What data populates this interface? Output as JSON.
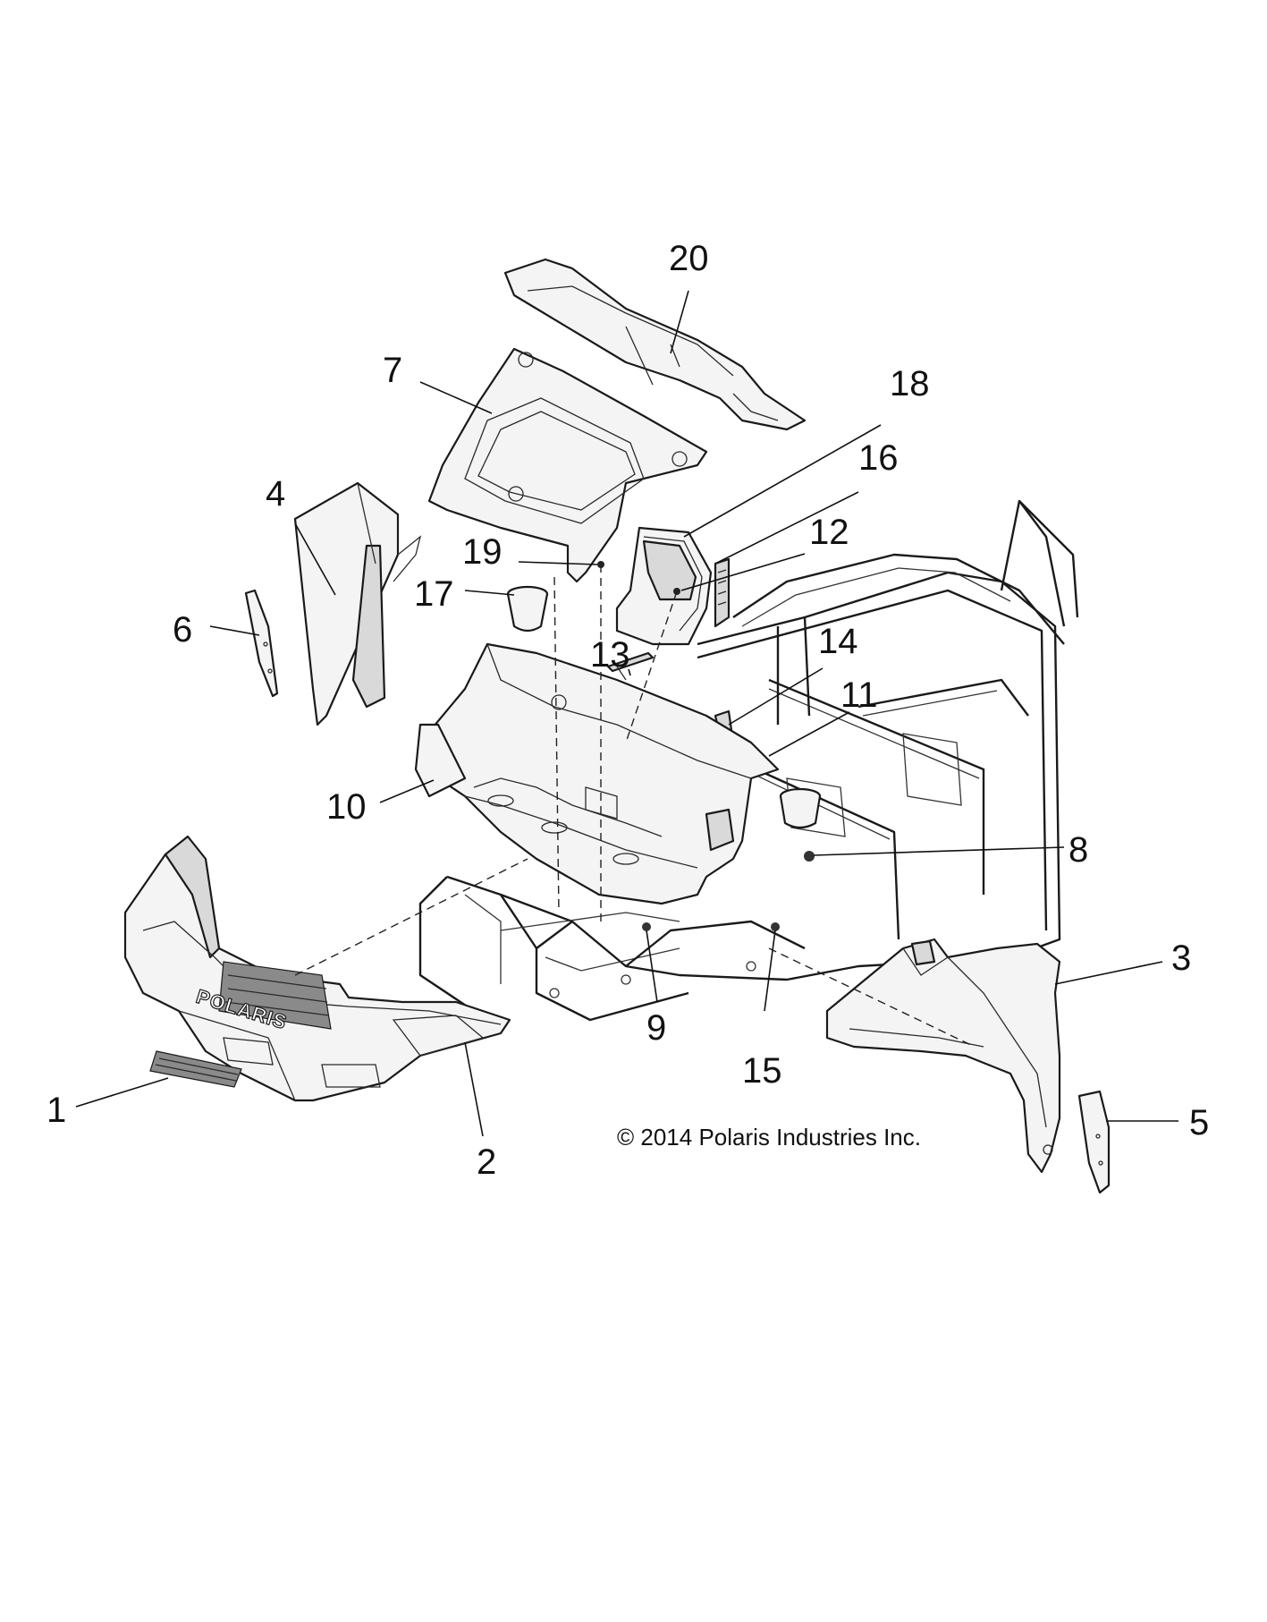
{
  "diagram": {
    "title": "Body, Hood and Front Fender Assembly",
    "copyright": "© 2014 Polaris Industries Inc.",
    "brand_mark": "POLARIS",
    "callouts": [
      {
        "id": "1",
        "label": "1"
      },
      {
        "id": "2",
        "label": "2"
      },
      {
        "id": "3",
        "label": "3"
      },
      {
        "id": "4",
        "label": "4"
      },
      {
        "id": "5",
        "label": "5"
      },
      {
        "id": "6",
        "label": "6"
      },
      {
        "id": "7",
        "label": "7"
      },
      {
        "id": "8",
        "label": "8"
      },
      {
        "id": "9",
        "label": "9"
      },
      {
        "id": "10",
        "label": "10"
      },
      {
        "id": "11",
        "label": "11"
      },
      {
        "id": "12",
        "label": "12"
      },
      {
        "id": "13",
        "label": "13"
      },
      {
        "id": "14",
        "label": "14"
      },
      {
        "id": "15",
        "label": "15"
      },
      {
        "id": "16",
        "label": "16"
      },
      {
        "id": "17",
        "label": "17"
      },
      {
        "id": "18",
        "label": "18"
      },
      {
        "id": "19",
        "label": "19"
      },
      {
        "id": "20",
        "label": "20"
      }
    ]
  }
}
